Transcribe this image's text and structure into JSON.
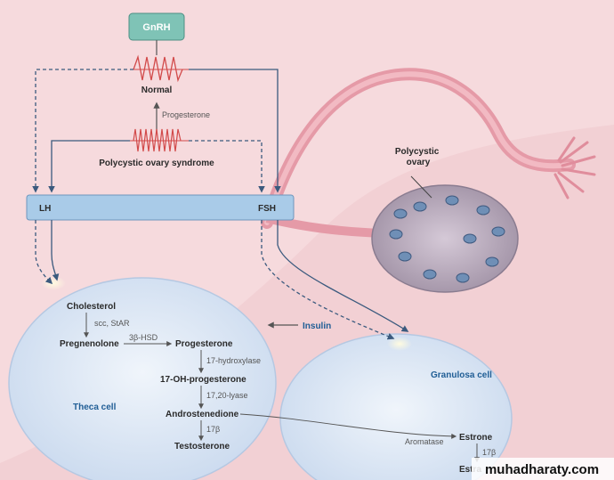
{
  "hormones": {
    "gnrh": "GnRH",
    "normal": "Normal",
    "progesterone_feedback": "Progesterone",
    "pcos": "Polycystic ovary syndrome",
    "lh": "LH",
    "fsh": "FSH",
    "insulin": "Insulin"
  },
  "ovary": {
    "label": "Polycystic\novary"
  },
  "theca": {
    "label": "Theca cell",
    "cholesterol": "Cholesterol",
    "scc_star": "scc, StAR",
    "pregnenolone": "Pregnenolone",
    "hsd": "3β-HSD",
    "progesterone": "Progesterone",
    "hydroxylase": "17-hydroxylase",
    "oh_progesterone": "17-OH-progesterone",
    "lyase": "17,20-lyase",
    "androstenedione": "Androstenedione",
    "b17": "17β",
    "testosterone": "Testosterone"
  },
  "granulosa": {
    "label": "Granulosa cell",
    "aromatase": "Aromatase",
    "estrone": "Estrone",
    "b17": "17β",
    "estradiol": "Estra"
  },
  "watermark": "muhadharaty.com",
  "colors": {
    "bg": "#f6dadd",
    "cell": "#dce7f5",
    "bar": "#a9cbe8",
    "gnrh": "#7fc3b6",
    "ovary": "#b7a9b8",
    "blue_text": "#1f5d95"
  }
}
